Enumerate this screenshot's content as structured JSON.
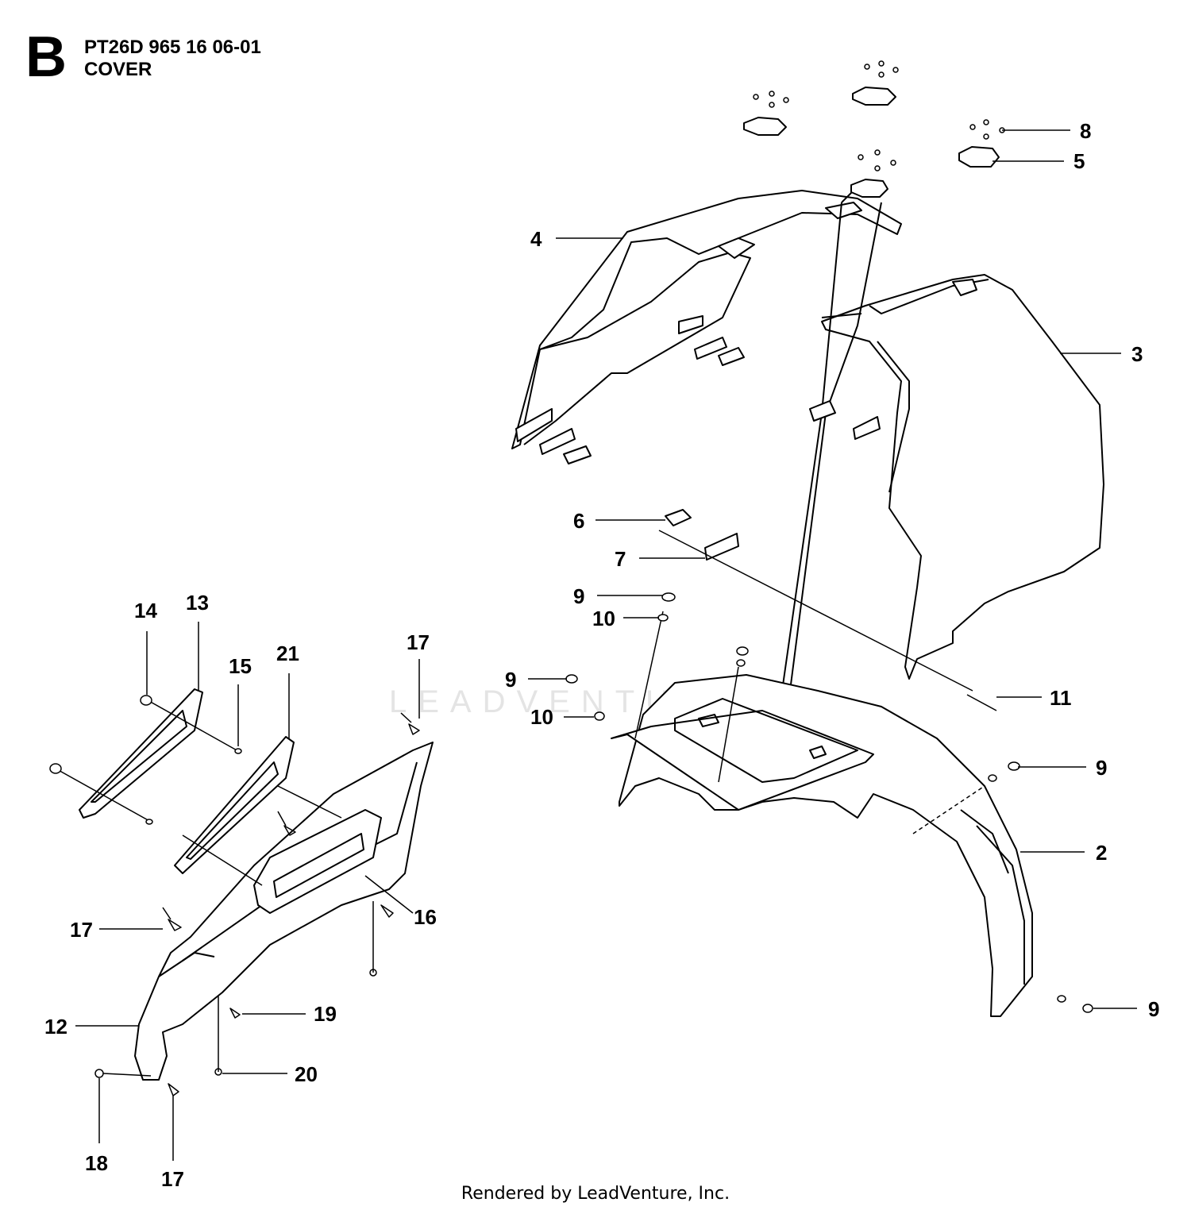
{
  "header": {
    "section_letter": "B",
    "model": "PT26D 965 16 06-01",
    "title": "COVER"
  },
  "callouts": [
    "8",
    "5",
    "4",
    "3",
    "6",
    "7",
    "9",
    "10",
    "9",
    "10",
    "11",
    "9",
    "2",
    "9",
    "14",
    "13",
    "15",
    "21",
    "17",
    "17",
    "12",
    "16",
    "19",
    "20",
    "18",
    "17"
  ],
  "watermark": "LEADVENTURE",
  "footer": "Rendered by LeadVenture, Inc."
}
